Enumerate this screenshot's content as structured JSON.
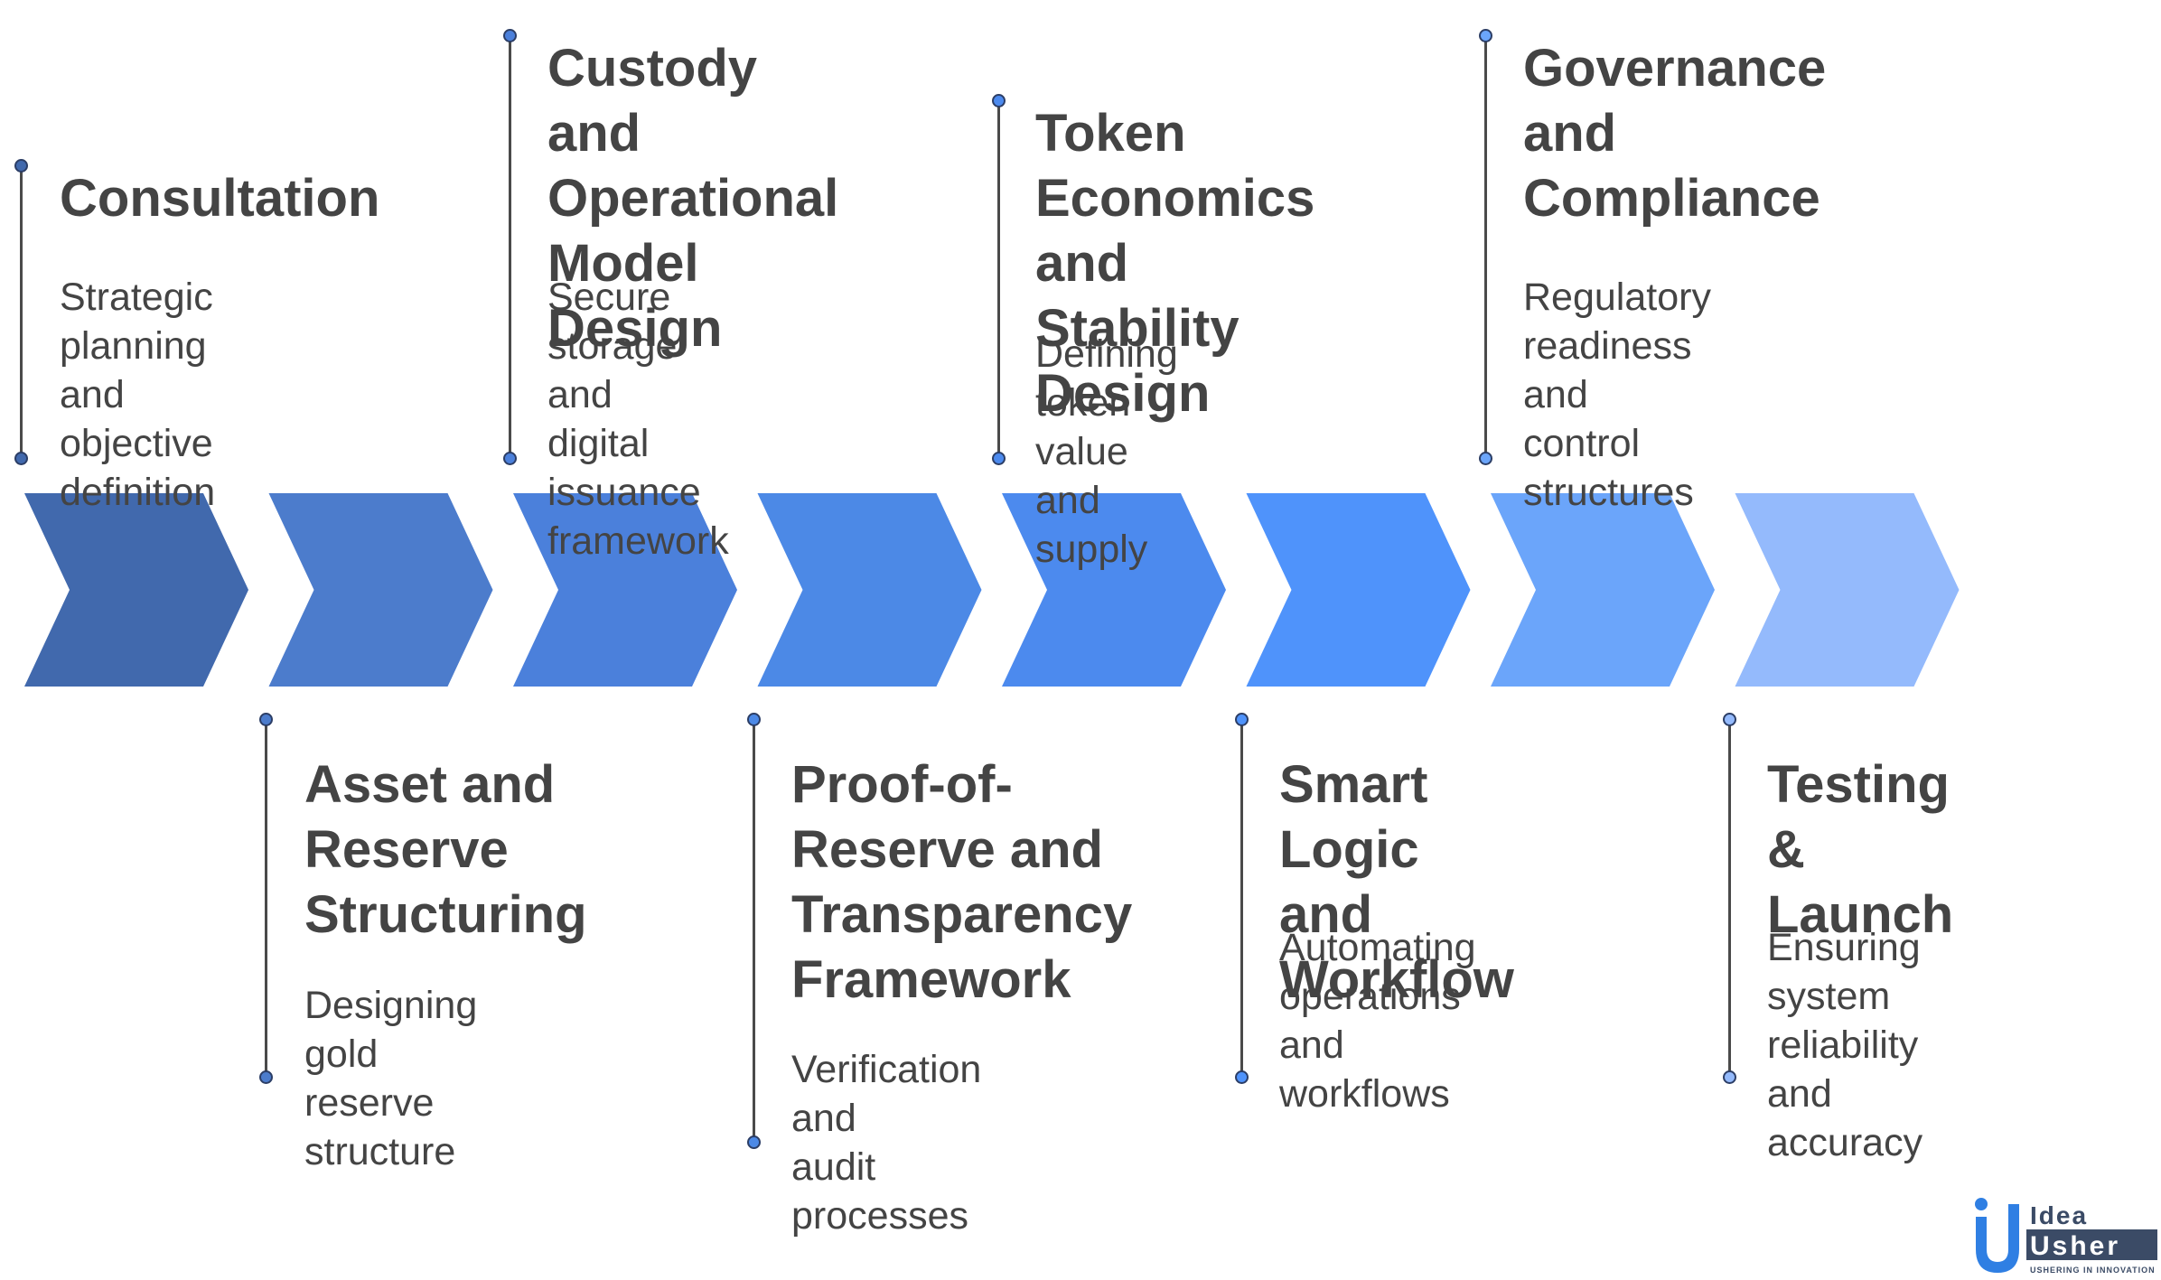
{
  "steps": [
    {
      "title": "Consultation",
      "desc": "Strategic planning\nand objective\ndefinition",
      "color": "#4169ad"
    },
    {
      "title": "Asset and\nReserve\nStructuring",
      "desc": "Designing gold\nreserve structure",
      "color": "#4c7ccc"
    },
    {
      "title": "Custody and\nOperational\nModel Design",
      "desc": "Secure storage and\ndigital issuance\nframework",
      "color": "#4b80db"
    },
    {
      "title": "Proof-of-\nReserve and\nTransparency\nFramework",
      "desc": "Verification and\naudit processes",
      "color": "#4c89e6"
    },
    {
      "title": "Token\nEconomics and\nStability Design",
      "desc": "Defining token value\nand supply",
      "color": "#4c8aee"
    },
    {
      "title": "Smart Logic\nand Workflow",
      "desc": "Automating\noperations and\nworkflows",
      "color": "#4f93fb"
    },
    {
      "title": "Governance\nand\nCompliance",
      "desc": "Regulatory readiness\nand control\nstructures",
      "color": "#6ba5fa"
    },
    {
      "title": "Testing &\nLaunch",
      "desc": "Ensuring system\nreliability and\naccuracy",
      "color": "#94bafc"
    }
  ],
  "logo": {
    "word1": "Idea",
    "word2": "Usher",
    "tagline": "USHERING IN INNOVATION",
    "mark_letter": "U",
    "color_dark": "#3b4b66",
    "color_blue": "#2f7fe3"
  }
}
